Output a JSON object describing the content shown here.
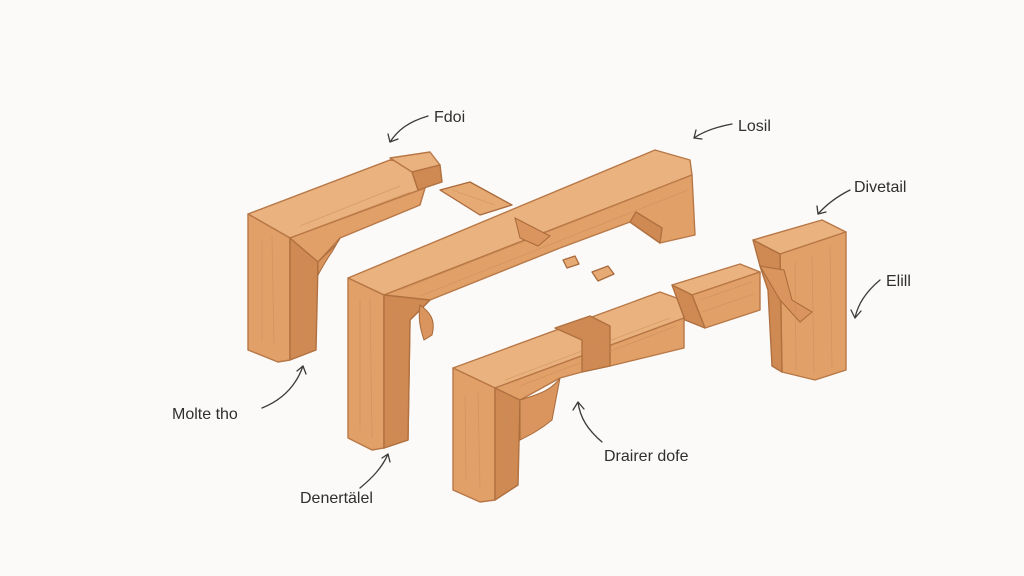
{
  "diagram": {
    "labels": {
      "top_left": "Fdoi",
      "top_center": "Losil",
      "top_right": "Divetail",
      "right": "Elill",
      "left": "Molte tho",
      "bottom_left": "Denertälel",
      "bottom_center": "Drairer dofe"
    },
    "colors": {
      "wood_top": "#e9b27e",
      "wood_front": "#e0a068",
      "wood_side": "#cf8a54",
      "outline": "#b87746",
      "text": "#2f2f2f"
    }
  }
}
